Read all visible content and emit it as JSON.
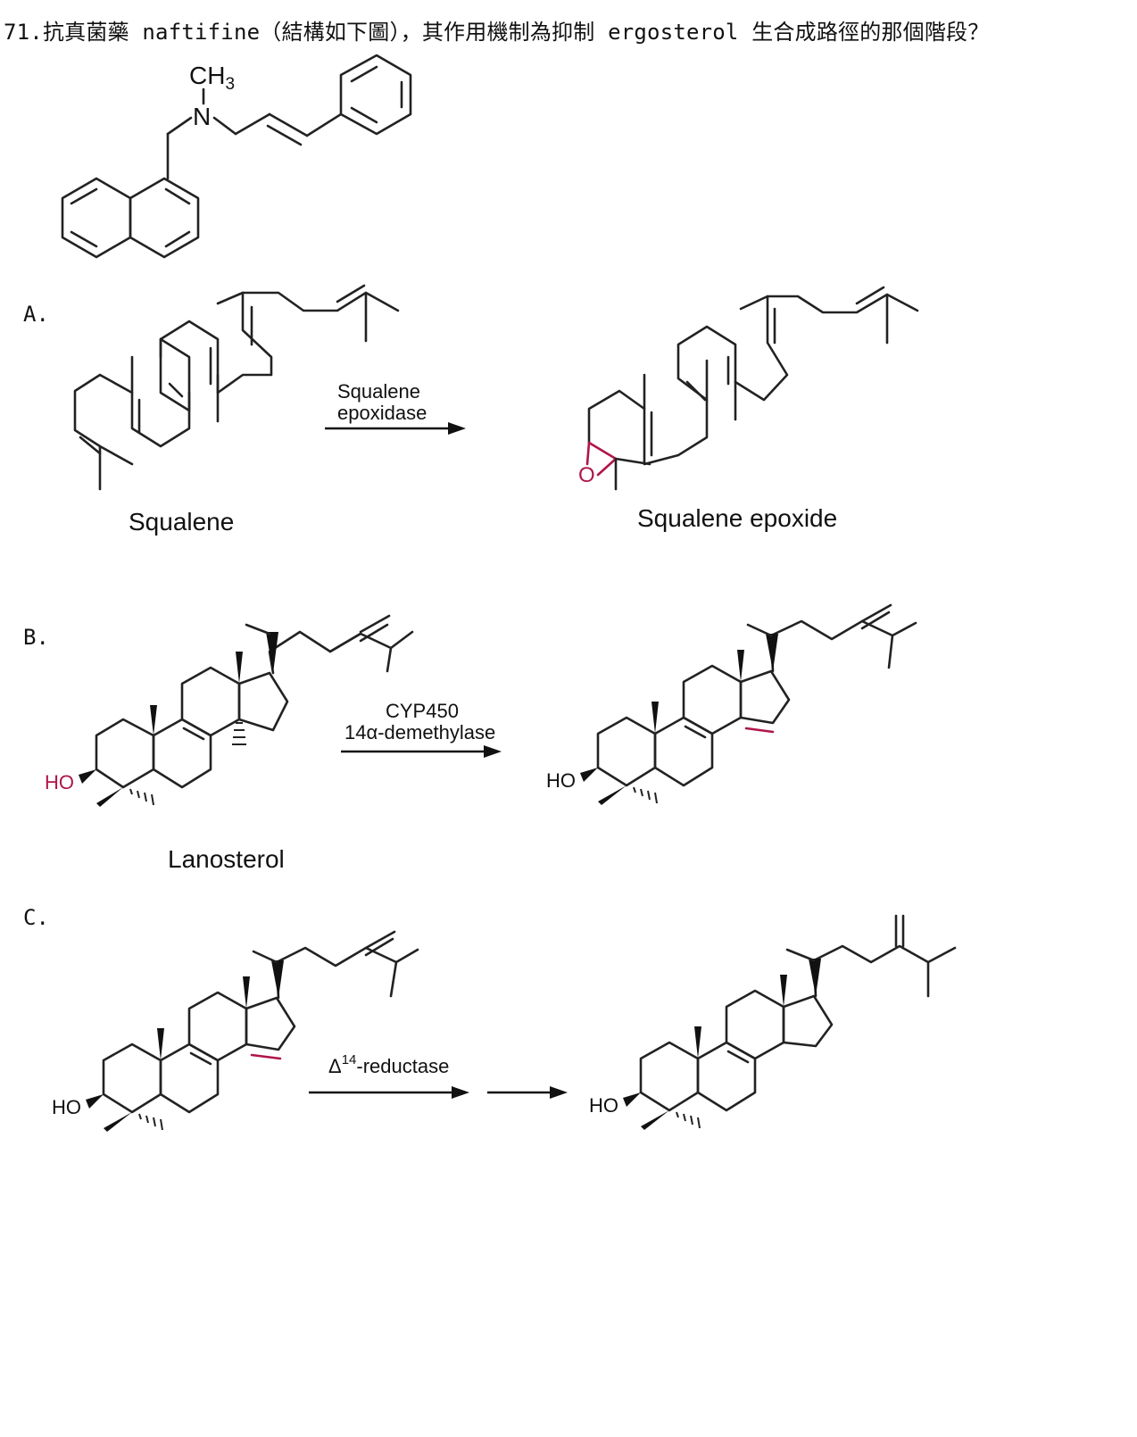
{
  "question": {
    "number": "71.",
    "text": "抗真菌藥 naftifine（結構如下圖），其作用機制為抑制 ergosterol 生合成路徑的那個階段？"
  },
  "structure_labels": {
    "methyl": "CH",
    "methyl_sub": "3",
    "nitrogen": "N"
  },
  "options": [
    {
      "letter": "A.",
      "enzyme_lines": [
        "Squalene",
        "epoxidase"
      ],
      "substrate_name": "Squalene",
      "product_name": "Squalene epoxide",
      "atom_label": "O"
    },
    {
      "letter": "B.",
      "enzyme_lines": [
        "CYP450",
        "14α-demethylase"
      ],
      "substrate_name": "Lanosterol",
      "hydroxyl_label": "HO"
    },
    {
      "letter": "C.",
      "enzyme_delta": "Δ",
      "enzyme_sup": "14",
      "enzyme_suffix": "-reductase",
      "hydroxyl_label": "HO"
    }
  ]
}
